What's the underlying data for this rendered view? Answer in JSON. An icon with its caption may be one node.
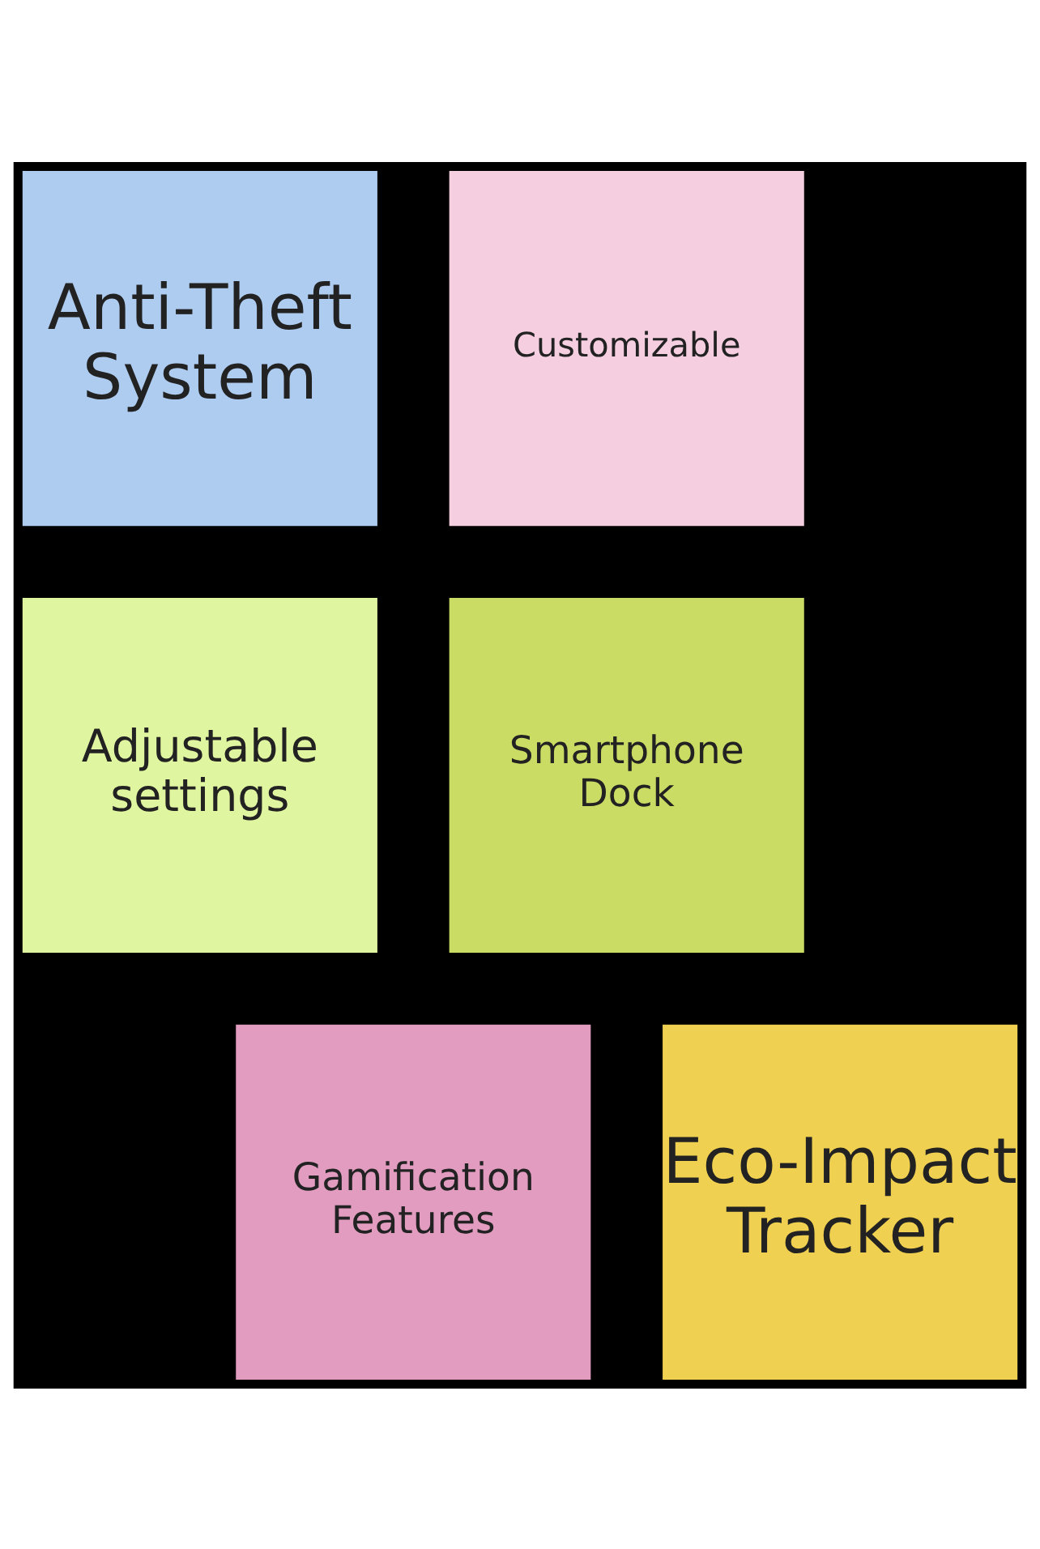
{
  "diagram": {
    "nodes": [
      {
        "text": [
          "Adjustable settings"
        ]
      },
      {
        "text": [
          "Smartphone Dock"
        ]
      },
      {
        "text": [
          "Customizable"
        ]
      },
      {
        "text": [
          "Anti-Theft System"
        ]
      },
      {
        "text": [
          "Gamification Features"
        ]
      },
      {
        "text": [
          "Eco-Impact Tracker"
        ]
      }
    ],
    "edges": []
  }
}
